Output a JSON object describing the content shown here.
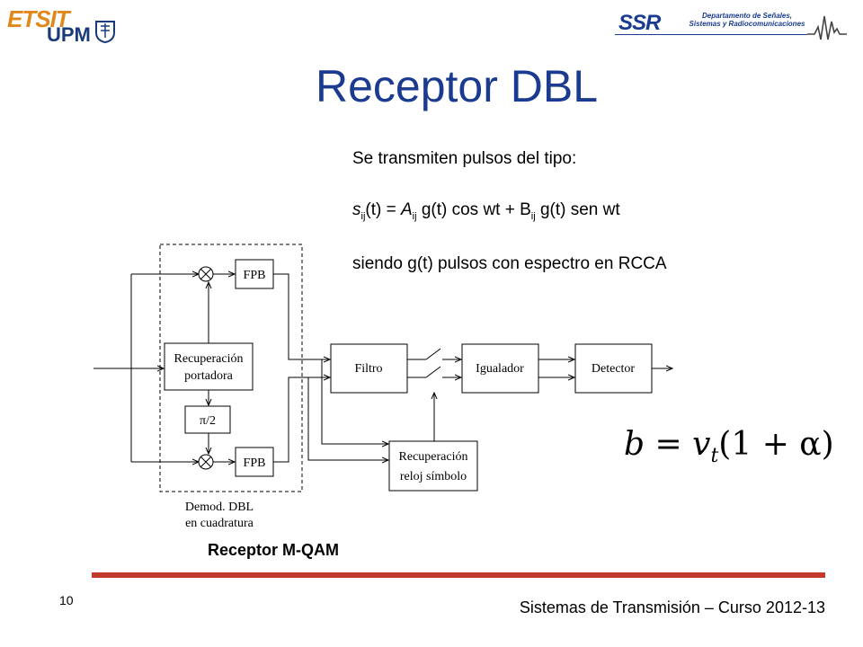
{
  "header": {
    "left_logo": {
      "etsit": "ETSIT",
      "upm": "UPM"
    },
    "right_logo": {
      "ssr": "SSR",
      "department_line1": "Departamento de Señales,",
      "department_line2": "Sistemas y Radiocomunicaciones"
    }
  },
  "slide": {
    "title": "Receptor DBL",
    "intro": "Se transmiten pulsos del tipo:",
    "formula": {
      "s": "s",
      "s_sub": "ij",
      "t1": "(t) = ",
      "A": "A",
      "A_sub": "ij",
      "g1": " g(t) cos wt + B",
      "B_sub": "ij",
      "g2": " g(t) sen wt"
    },
    "note": "siendo  g(t) pulsos con espectro en RCCA",
    "caption": "Receptor M-QAM",
    "equation": {
      "b": "b",
      "eq": " = ",
      "v": "v",
      "v_sub": "t",
      "rest": "(1 + α)"
    }
  },
  "diagram": {
    "blocks": {
      "fpb_top": "FPB",
      "recuperacion_1": "Recuperación",
      "recuperacion_2": "portadora",
      "pi2": "π/2",
      "fpb_bottom": "FPB",
      "filtro": "Filtro",
      "igualador": "Igualador",
      "detector": "Detector",
      "reloj_1": "Recuperación",
      "reloj_2": "reloj símbolo"
    },
    "demod_label_1": "Demod. DBL",
    "demod_label_2": "en cuadratura"
  },
  "footer": {
    "page": "10",
    "course": "Sistemas de Transmisión – Curso 2012-13"
  },
  "colors": {
    "title": "#1a3b8f",
    "footer_rule": "#c23a2b",
    "etsit_orange": "#e0881c",
    "upm_blue": "#1a3b7a"
  }
}
